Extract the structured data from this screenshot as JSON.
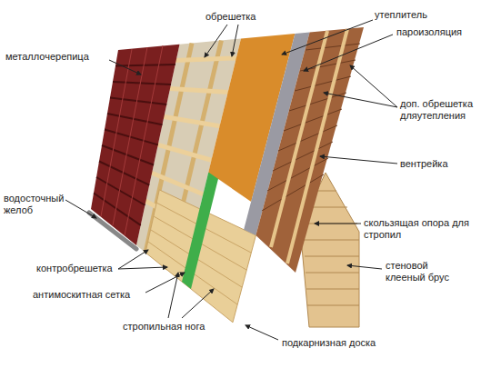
{
  "diagram": {
    "labels": [
      "металлочерепица",
      "обрешетка",
      "утеплитель",
      "пароизоляция",
      "доп. обрешетка дляутепления",
      "вентрейка",
      "скользящая опора для стропил",
      "стеновой клееный брус",
      "подкарнизная доска",
      "стропильная нога",
      "антимоскитная сетка",
      "контробрешетка",
      "водосточный желоб"
    ]
  }
}
